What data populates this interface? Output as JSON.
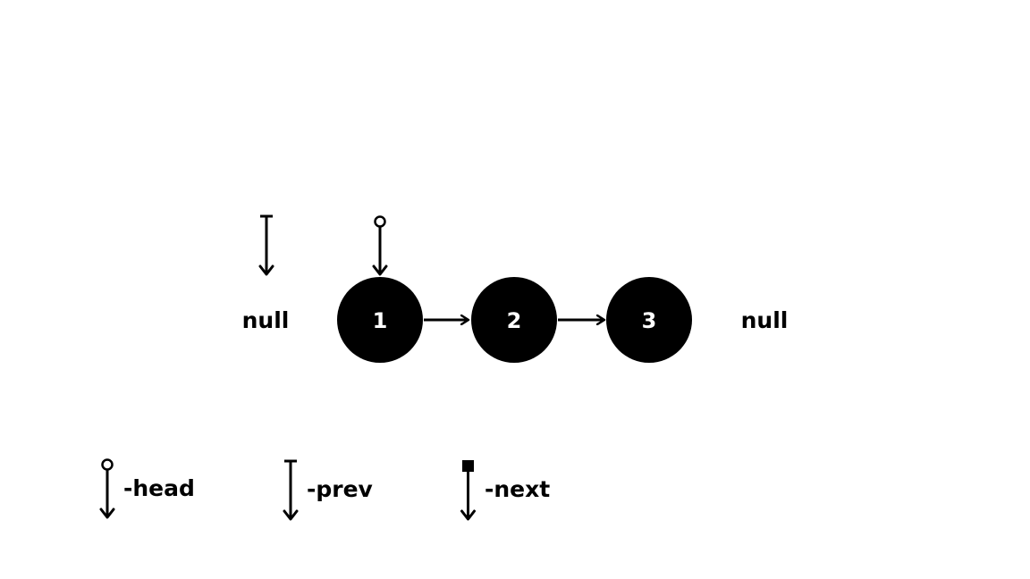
{
  "diagram": {
    "left_null": "null",
    "right_null": "null",
    "nodes": [
      {
        "label": "1"
      },
      {
        "label": "2"
      },
      {
        "label": "3"
      }
    ],
    "pointers": {
      "prev_on": "left-null",
      "head_on": "node-1"
    }
  },
  "legend": {
    "head_label": "-head",
    "prev_label": "-prev",
    "next_label": "-next"
  },
  "colors": {
    "ink": "#000000",
    "background": "#ffffff",
    "node_text": "#ffffff"
  },
  "icons": {
    "head": "circle-tail-arrow-down-icon",
    "prev": "bar-tail-arrow-down-icon",
    "next": "square-tail-arrow-down-icon"
  }
}
